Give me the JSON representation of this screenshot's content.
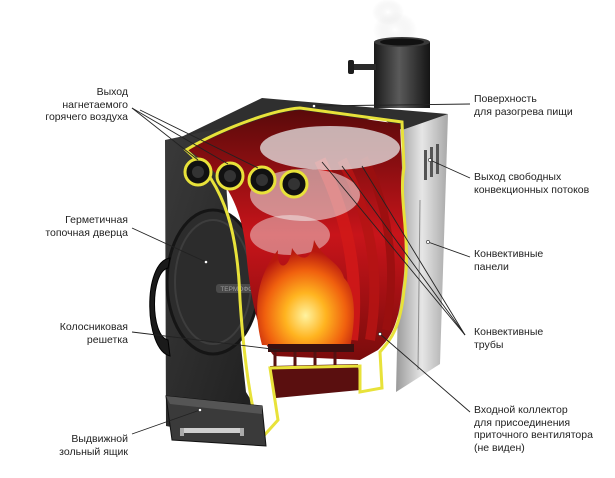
{
  "labels": {
    "hot_air_outlet": [
      "Выход",
      "нагнетаемого",
      "горячего воздуха"
    ],
    "firebox_door": [
      "Герметичная",
      "топочная дверца"
    ],
    "grate": [
      "Колосниковая",
      "решетка"
    ],
    "ash_drawer": [
      "Выдвижной",
      "зольный ящик"
    ],
    "cooking_surface": [
      "Поверхность",
      "для разогрева пищи"
    ],
    "convection_outlet": [
      "Выход свободных",
      "конвекционных потоков"
    ],
    "convective_panels": [
      "Конвективные",
      "панели"
    ],
    "convective_tubes": [
      "Конвективные",
      "трубы"
    ],
    "inlet_collector": [
      "Входной коллектор",
      "для присоединения",
      "приточного вентилятора",
      "(не виден)"
    ]
  },
  "door_badge": "ТЕРМОФОР",
  "colors": {
    "stove_body": "#2b2b2b",
    "cutaway_outline": "#e8e23a",
    "fire": "#f07a12",
    "firebox_red": "#c8141a",
    "steel_side": "#c9c9c9"
  }
}
